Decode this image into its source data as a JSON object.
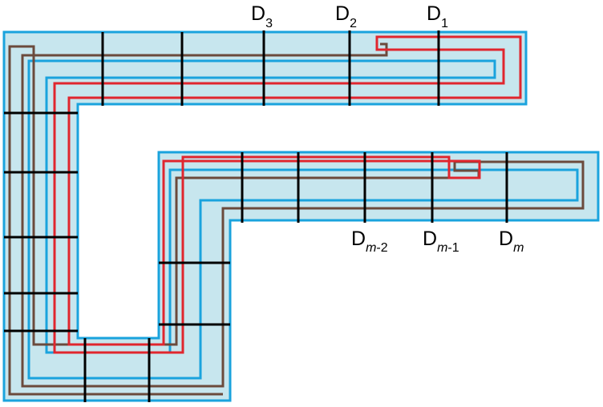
{
  "colors": {
    "band_fill": "#c7e6ee",
    "band_border": "#1aa3dd",
    "blue_path": "#1aa3dd",
    "brown_path": "#6b4a3c",
    "red_path": "#e0262e",
    "divider": "#000000"
  },
  "labels": {
    "d3": {
      "base": "D",
      "sub": "3"
    },
    "d2": {
      "base": "D",
      "sub": "2"
    },
    "d1": {
      "base": "D",
      "sub": "1"
    },
    "dm2": {
      "base": "D",
      "sub_italic": "m",
      "sub_rest": "-2"
    },
    "dm1": {
      "base": "D",
      "sub_italic": "m",
      "sub_rest": "-1"
    },
    "dm": {
      "base": "D",
      "sub_italic": "m"
    }
  }
}
